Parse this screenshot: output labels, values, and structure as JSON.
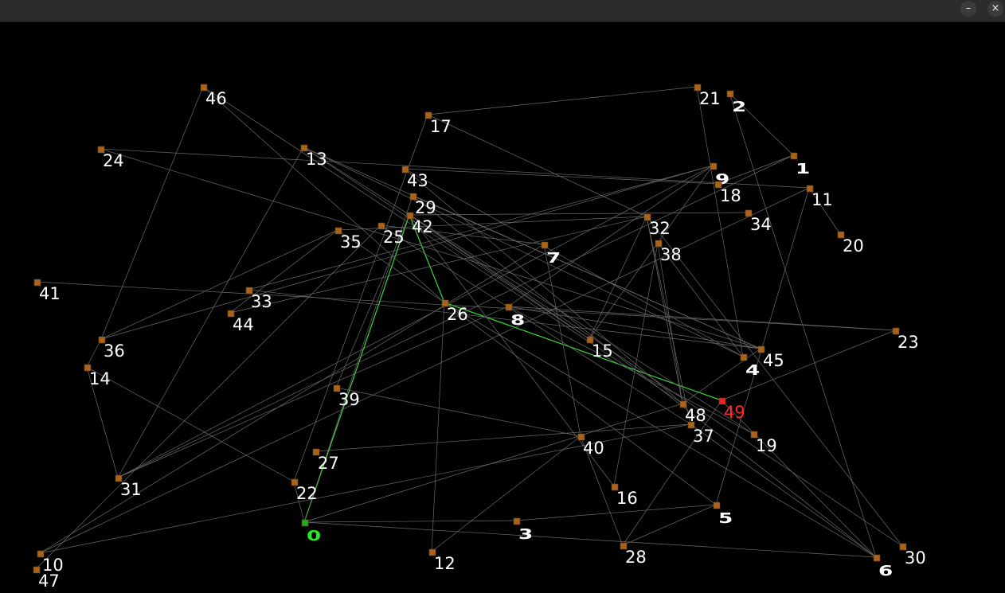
{
  "window": {
    "minimize_glyph": "–",
    "close_glyph": "×"
  },
  "graph": {
    "start_node": "0",
    "end_node": "49",
    "colors": {
      "background": "#000000",
      "edge": "#6a6a6a",
      "path_edge": "#33dd33",
      "node": "#a8641c",
      "start": "#22ee22",
      "end": "#ff2a2a",
      "label": "#ffffff"
    },
    "nodes": [
      {
        "id": "0"
      },
      {
        "id": "1"
      },
      {
        "id": "2"
      },
      {
        "id": "3"
      },
      {
        "id": "4"
      },
      {
        "id": "5"
      },
      {
        "id": "6"
      },
      {
        "id": "7"
      },
      {
        "id": "8"
      },
      {
        "id": "9"
      },
      {
        "id": "10"
      },
      {
        "id": "11"
      },
      {
        "id": "12"
      },
      {
        "id": "13"
      },
      {
        "id": "14"
      },
      {
        "id": "15"
      },
      {
        "id": "16"
      },
      {
        "id": "17"
      },
      {
        "id": "18"
      },
      {
        "id": "19"
      },
      {
        "id": "20"
      },
      {
        "id": "21"
      },
      {
        "id": "22"
      },
      {
        "id": "23"
      },
      {
        "id": "24"
      },
      {
        "id": "25"
      },
      {
        "id": "26"
      },
      {
        "id": "27"
      },
      {
        "id": "28"
      },
      {
        "id": "29"
      },
      {
        "id": "30"
      },
      {
        "id": "31"
      },
      {
        "id": "32"
      },
      {
        "id": "33"
      },
      {
        "id": "34"
      },
      {
        "id": "35"
      },
      {
        "id": "36"
      },
      {
        "id": "37"
      },
      {
        "id": "38"
      },
      {
        "id": "39"
      },
      {
        "id": "40"
      },
      {
        "id": "41"
      },
      {
        "id": "42"
      },
      {
        "id": "43"
      },
      {
        "id": "44"
      },
      {
        "id": "45"
      },
      {
        "id": "46"
      },
      {
        "id": "47"
      },
      {
        "id": "48"
      },
      {
        "id": "49"
      }
    ],
    "path": [
      "0",
      "42",
      "26",
      "49"
    ],
    "edges": [
      [
        "0",
        "42"
      ],
      [
        "42",
        "26"
      ],
      [
        "26",
        "49"
      ],
      [
        "0",
        "3"
      ],
      [
        "3",
        "5"
      ],
      [
        "0",
        "6"
      ],
      [
        "0",
        "48"
      ],
      [
        "0",
        "22"
      ],
      [
        "0",
        "29"
      ],
      [
        "1",
        "31"
      ],
      [
        "1",
        "18"
      ],
      [
        "2",
        "6"
      ],
      [
        "2",
        "1"
      ],
      [
        "21",
        "17"
      ],
      [
        "21",
        "4"
      ],
      [
        "46",
        "36"
      ],
      [
        "46",
        "48"
      ],
      [
        "46",
        "26"
      ],
      [
        "24",
        "11"
      ],
      [
        "24",
        "45"
      ],
      [
        "13",
        "4"
      ],
      [
        "13",
        "45"
      ],
      [
        "13",
        "15"
      ],
      [
        "13",
        "31"
      ],
      [
        "17",
        "32"
      ],
      [
        "17",
        "22"
      ],
      [
        "43",
        "48"
      ],
      [
        "43",
        "4"
      ],
      [
        "43",
        "18"
      ],
      [
        "29",
        "6"
      ],
      [
        "29",
        "45"
      ],
      [
        "42",
        "34"
      ],
      [
        "42",
        "15"
      ],
      [
        "42",
        "30"
      ],
      [
        "25",
        "37"
      ],
      [
        "25",
        "7"
      ],
      [
        "35",
        "44"
      ],
      [
        "35",
        "26"
      ],
      [
        "35",
        "36"
      ],
      [
        "35",
        "32"
      ],
      [
        "41",
        "23"
      ],
      [
        "33",
        "9"
      ],
      [
        "33",
        "45"
      ],
      [
        "36",
        "14"
      ],
      [
        "36",
        "9"
      ],
      [
        "44",
        "32"
      ],
      [
        "31",
        "9"
      ],
      [
        "31",
        "8"
      ],
      [
        "10",
        "7"
      ],
      [
        "10",
        "11"
      ],
      [
        "10",
        "37"
      ],
      [
        "47",
        "25"
      ],
      [
        "14",
        "31"
      ],
      [
        "14",
        "22"
      ],
      [
        "39",
        "40"
      ],
      [
        "39",
        "42"
      ],
      [
        "27",
        "37"
      ],
      [
        "40",
        "28"
      ],
      [
        "40",
        "12"
      ],
      [
        "40",
        "7"
      ],
      [
        "16",
        "38"
      ],
      [
        "16",
        "42"
      ],
      [
        "28",
        "5"
      ],
      [
        "28",
        "49"
      ],
      [
        "12",
        "26"
      ],
      [
        "8",
        "45"
      ],
      [
        "8",
        "9"
      ],
      [
        "15",
        "9"
      ],
      [
        "15",
        "32"
      ],
      [
        "11",
        "20"
      ],
      [
        "11",
        "5"
      ],
      [
        "38",
        "48"
      ],
      [
        "38",
        "4"
      ],
      [
        "32",
        "37"
      ],
      [
        "32",
        "30"
      ],
      [
        "32",
        "48"
      ],
      [
        "26",
        "5"
      ],
      [
        "26",
        "6"
      ],
      [
        "23",
        "49"
      ],
      [
        "23",
        "8"
      ],
      [
        "19",
        "13"
      ],
      [
        "19",
        "8"
      ],
      [
        "45",
        "48"
      ],
      [
        "49",
        "6"
      ],
      [
        "37",
        "6"
      ]
    ]
  }
}
